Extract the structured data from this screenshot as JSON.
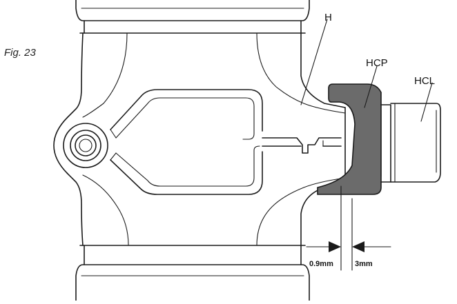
{
  "figure": {
    "label": "Fig. 23"
  },
  "callouts": {
    "h": "H",
    "hcp": "HCP",
    "hcl": "HCL"
  },
  "dimensions": {
    "gap": "0.9mm",
    "pad": "3mm"
  },
  "colors": {
    "line": "#1a1a1a",
    "pad_fill": "#6b6b6b",
    "background": "#ffffff"
  }
}
